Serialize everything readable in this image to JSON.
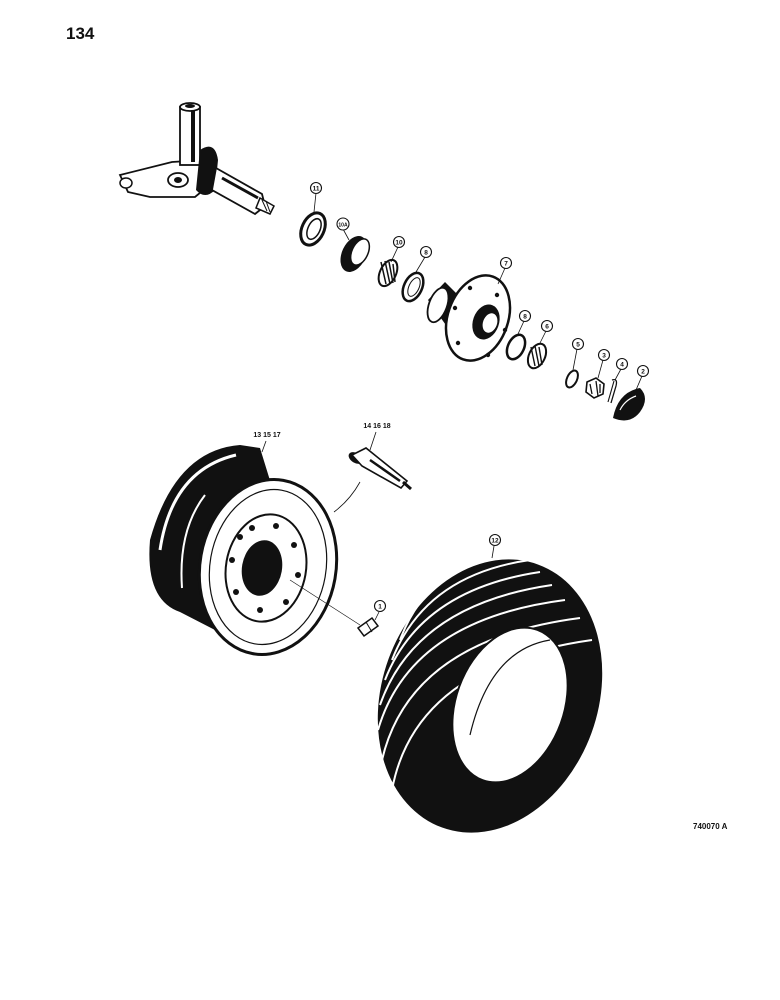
{
  "page_number": "134",
  "drawing_code": "740070 A",
  "callouts": [
    {
      "label": "11",
      "part": "seal"
    },
    {
      "label": "10A",
      "part": "bearing-cup"
    },
    {
      "label": "10",
      "part": "inner-bearing-cone"
    },
    {
      "label": "8",
      "part": "inner-bearing-cup"
    },
    {
      "label": "7",
      "part": "hub"
    },
    {
      "label": "8",
      "part": "outer-bearing-cup"
    },
    {
      "label": "6",
      "part": "outer-bearing-cone"
    },
    {
      "label": "5",
      "part": "washer"
    },
    {
      "label": "3",
      "part": "nut"
    },
    {
      "label": "4",
      "part": "cotter-pin"
    },
    {
      "label": "2",
      "part": "hub-cap"
    },
    {
      "label": "14 16 18",
      "part": "valve-stem"
    },
    {
      "label": "13 15 17",
      "part": "rim"
    },
    {
      "label": "1",
      "part": "wheel-bolt"
    },
    {
      "label": "12",
      "part": "tire"
    }
  ]
}
